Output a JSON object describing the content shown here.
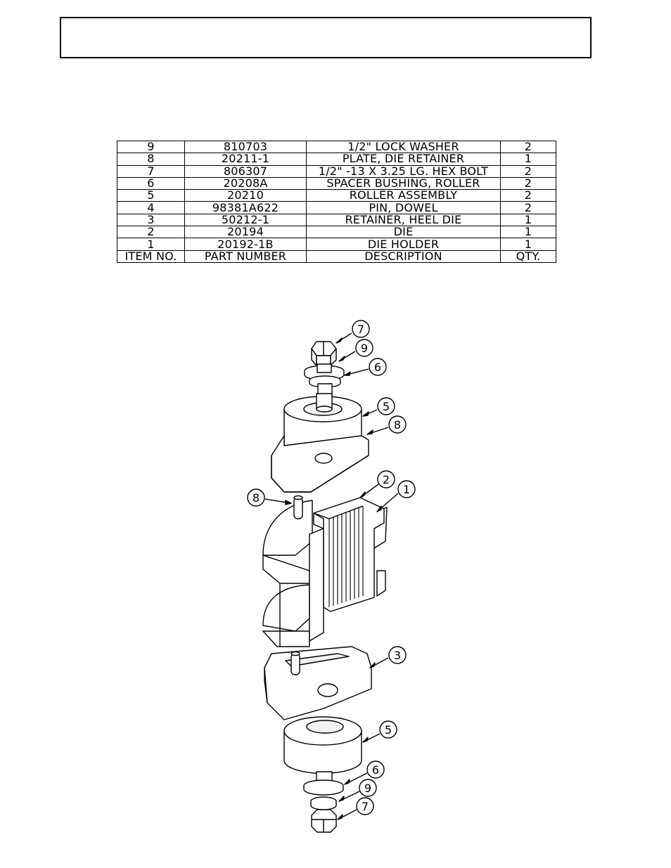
{
  "title_box": "",
  "bom": {
    "headers": {
      "item": "ITEM NO.",
      "part": "PART NUMBER",
      "description": "DESCRIPTION",
      "qty": "QTY."
    },
    "rows": [
      {
        "item": "9",
        "part": "810703",
        "description": "1/2\" LOCK WASHER",
        "qty": "2"
      },
      {
        "item": "8",
        "part": "20211-1",
        "description": "PLATE, DIE RETAINER",
        "qty": "1"
      },
      {
        "item": "7",
        "part": "806307",
        "description": "1/2\" -13  X  3.25 LG. HEX BOLT",
        "qty": "2"
      },
      {
        "item": "6",
        "part": "20208A",
        "description": "SPACER BUSHING, ROLLER",
        "qty": "2"
      },
      {
        "item": "5",
        "part": "20210",
        "description": "ROLLER ASSEMBLY",
        "qty": "2"
      },
      {
        "item": "4",
        "part": "98381A622",
        "description": "PIN, DOWEL",
        "qty": "2"
      },
      {
        "item": "3",
        "part": "50212-1",
        "description": "RETAINER, HEEL DIE",
        "qty": "1"
      },
      {
        "item": "2",
        "part": "20194",
        "description": "DIE",
        "qty": "1"
      },
      {
        "item": "1",
        "part": "20192-1B",
        "description": "DIE HOLDER",
        "qty": "1"
      }
    ]
  },
  "balloons": {
    "b7_top": "7",
    "b9_top": "9",
    "b6_top": "6",
    "b5_top": "5",
    "b8_right": "8",
    "b8_left": "8",
    "b2": "2",
    "b1": "1",
    "b3": "3",
    "b5_bottom": "5",
    "b6_bottom": "6",
    "b9_bottom": "9",
    "b7_bottom": "7"
  }
}
